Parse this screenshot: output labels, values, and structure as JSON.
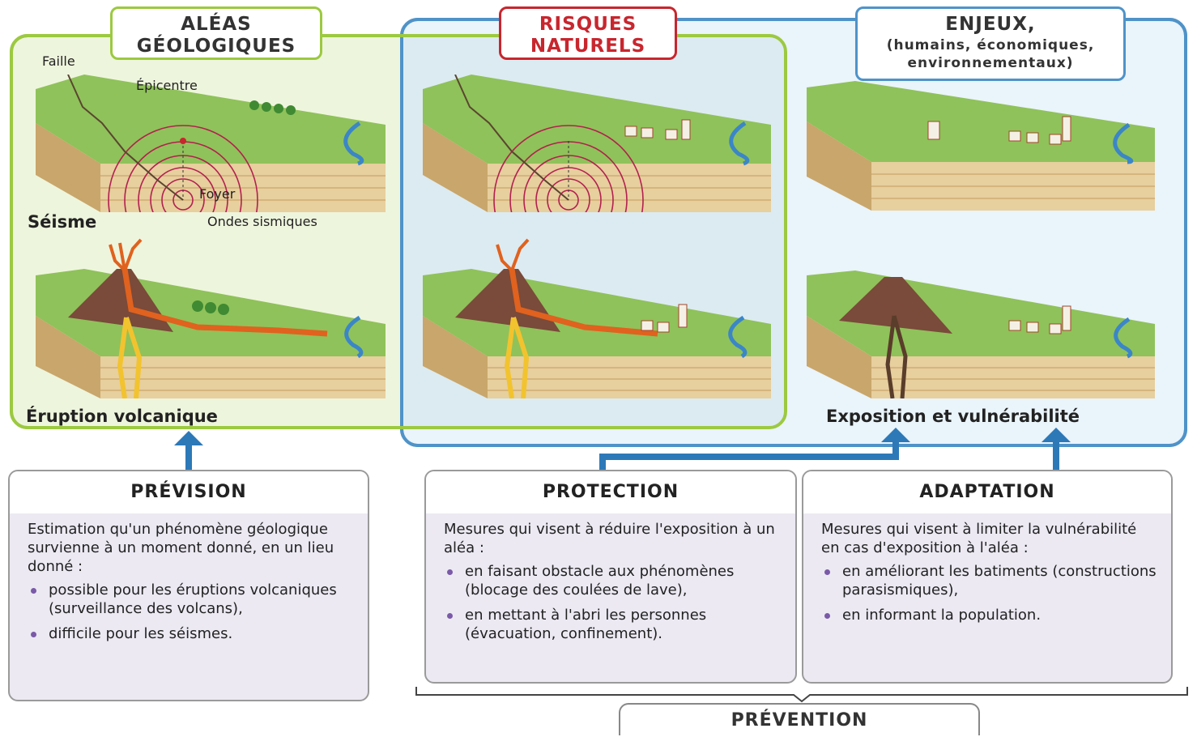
{
  "titles": {
    "aleas": "ALÉAS GÉOLOGIQUES",
    "risques": "RISQUES NATURELS",
    "enjeux": "ENJEUX,",
    "enjeux_sub": "(humains, économiques, environnementaux)"
  },
  "labels": {
    "faille": "Faille",
    "epicentre": "Épicentre",
    "foyer": "Foyer",
    "seisme": "Séisme",
    "ondes": "Ondes sismiques",
    "eruption": "Éruption volcanique",
    "exposition": "Exposition et vulnérabilité"
  },
  "prevision": {
    "title": "PRÉVISION",
    "text": "Estimation qu'un phénomène géologique survienne à un moment donné, en un lieu donné :",
    "items": [
      "possible pour les éruptions volcaniques (surveillance des volcans),",
      "difficile pour les séismes."
    ]
  },
  "protection": {
    "title": "PROTECTION",
    "text": "Mesures qui visent à réduire l'exposition à un aléa :",
    "items": [
      "en faisant obstacle aux phénomènes (blocage des coulées de lave),",
      "en mettant à l'abri les personnes (évacuation, confinement)."
    ]
  },
  "adaptation": {
    "title": "ADAPTATION",
    "text": "Mesures qui visent à limiter la vulnérabilité en cas d'exposition à l'aléa :",
    "items": [
      "en améliorant les batiments (constructions parasismiques),",
      "en informant la population."
    ]
  },
  "prevention": "PRÉVENTION",
  "colors": {
    "green": "#9cc940",
    "blue": "#4f93c8",
    "red": "#c8262e",
    "arrow": "#2d79b8"
  }
}
